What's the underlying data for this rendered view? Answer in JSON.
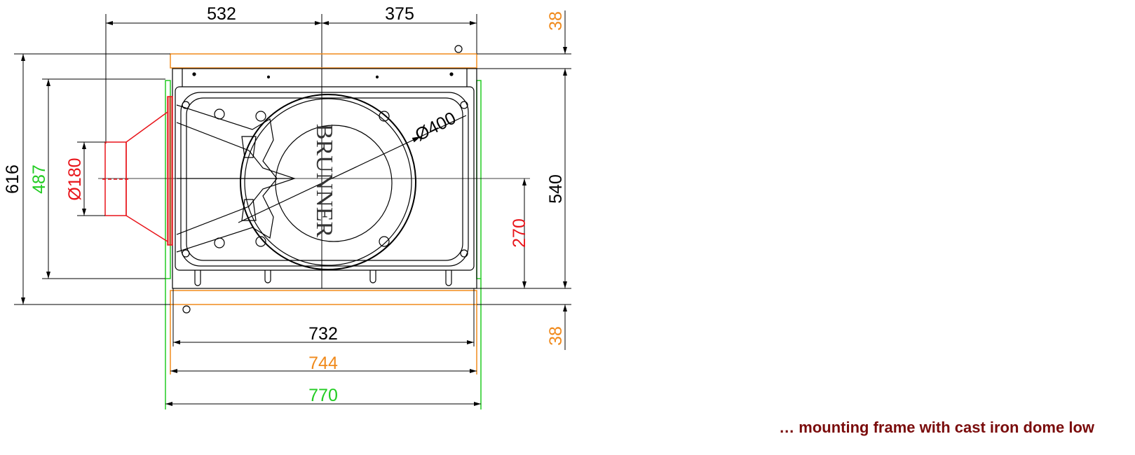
{
  "colors": {
    "black": "#000000",
    "orange": "#f08a1c",
    "green": "#22cc22",
    "red": "#e8141a",
    "caption": "#7a0c0c"
  },
  "dimensions": {
    "top_left": "532",
    "top_right": "375",
    "frame_top": "38",
    "frame_bottom": "38",
    "overall_height": "616",
    "inner_height": "487",
    "pipe_diameter": "Ø180",
    "dome_diameter": "Ø400",
    "body_height": "540",
    "pipe_center_height": "270",
    "body_width": "732",
    "frame_width": "744",
    "overall_width": "770"
  },
  "brand_text": "BRUNNER",
  "caption": "… mounting frame with cast iron dome low"
}
